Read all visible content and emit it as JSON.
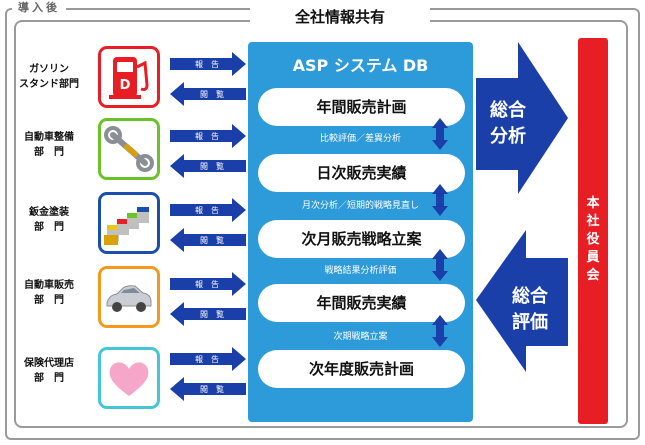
{
  "header": {
    "intro_label": "導入後",
    "share_title": "全社情報共有"
  },
  "departments": [
    {
      "label": "ガソリン\nスタンド部門",
      "icon": "gas-station-icon",
      "color": "#e81e25"
    },
    {
      "label": "自動車整備\n部　門",
      "icon": "wrench-icon",
      "color": "#6ac12a"
    },
    {
      "label": "鈑金塗装\n部　門",
      "icon": "paint-cans-icon",
      "color": "#1a4fae"
    },
    {
      "label": "自動車販売\n部　門",
      "icon": "car-icon",
      "color": "#f39a1e"
    },
    {
      "label": "保険代理店\n部　門",
      "icon": "heart-icon",
      "color": "#43c6d8"
    }
  ],
  "arrows": {
    "report": "報　告",
    "view": "閲　覧"
  },
  "db": {
    "title": "ASP システム DB",
    "steps": [
      "年間販売計画",
      "日次販売実績",
      "次月販売戦略立案",
      "年間販売実績",
      "次年度販売計画"
    ],
    "links": [
      "比較評価／差異分析",
      "月次分析／短期的戦略見直し",
      "戦略結果分析評価",
      "次期戦略立案"
    ]
  },
  "analysis": {
    "line1": "総合",
    "line2": "分析"
  },
  "evaluation": {
    "line1": "総合",
    "line2": "評価"
  },
  "headquarters": "本社役員会",
  "colors": {
    "navy": "#1b3fa8",
    "blue": "#2d9ad9",
    "red": "#e81e25"
  }
}
